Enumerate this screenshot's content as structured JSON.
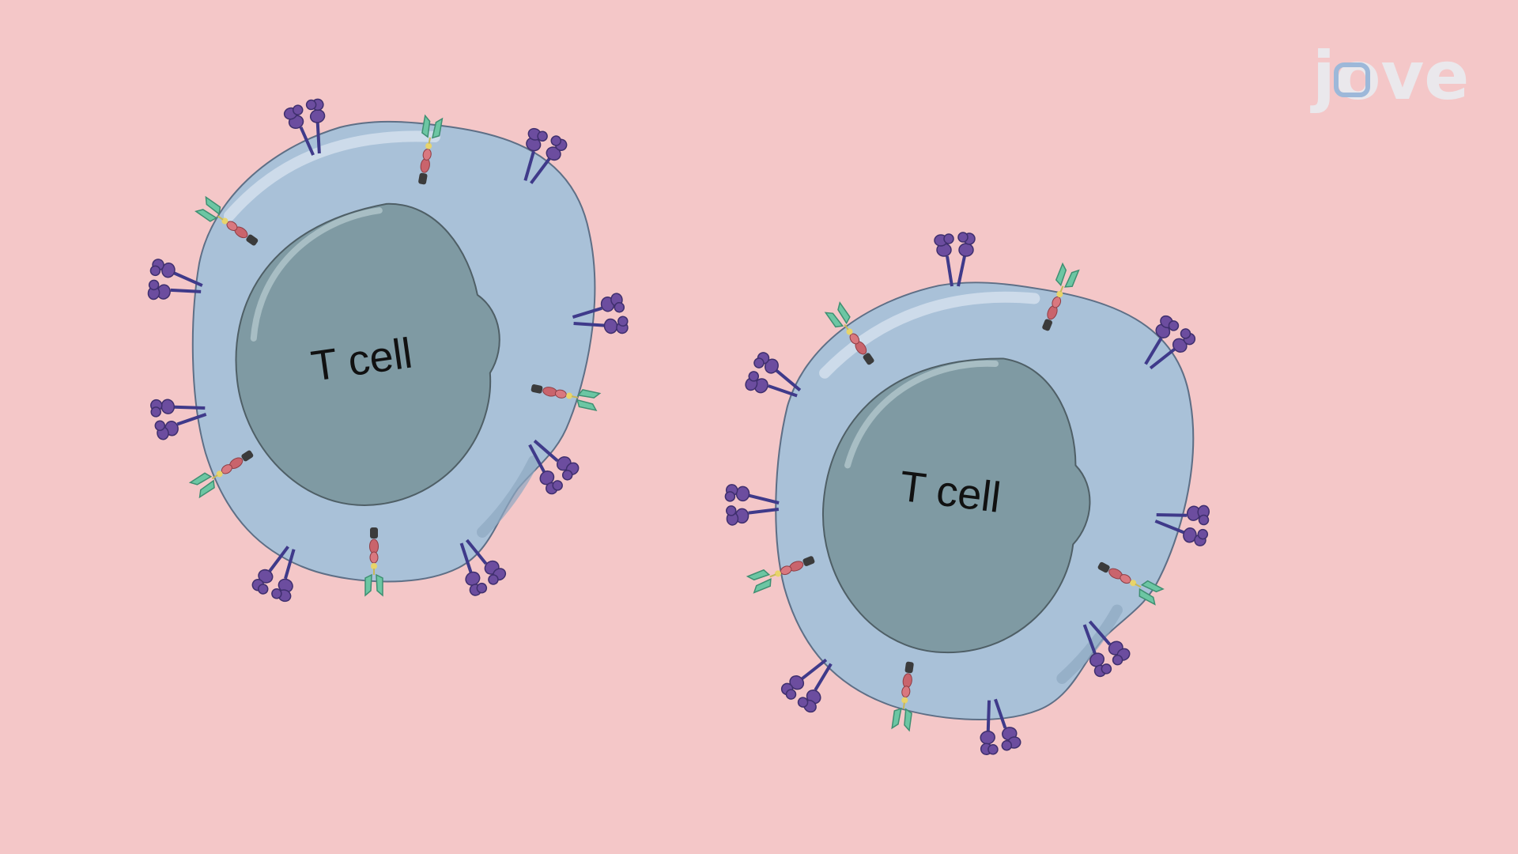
{
  "cells": [
    {
      "label": "T cell",
      "name": "t-cell-left"
    },
    {
      "label": "T cell",
      "name": "t-cell-right"
    }
  ],
  "logo": {
    "text": "jove"
  },
  "colors": {
    "background": "#f4c7c8",
    "cytoplasm": "#a9c1d8",
    "nucleus": "#7f9aa3",
    "receptor_purple": "#6c4d9f",
    "receptor_green": "#6cc6a3",
    "receptor_red": "#c9646c"
  }
}
